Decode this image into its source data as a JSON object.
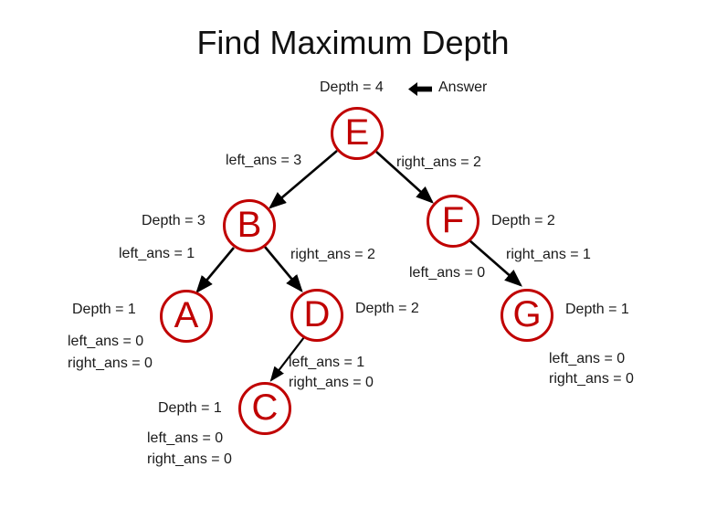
{
  "title": "Find Maximum Depth",
  "colors": {
    "node_circle": "#C00000",
    "node_letter": "#C00000",
    "edge": "#000000",
    "label_text": "#1A1A1A",
    "background": "#FFFFFF"
  },
  "icons": {
    "answer_arrow": "thick-left-arrow"
  },
  "answer": {
    "depth": "Depth = 4",
    "label": "Answer"
  },
  "nodes": {
    "e": "E",
    "b": "B",
    "f": "F",
    "a": "A",
    "d": "D",
    "g": "G",
    "c": "C"
  },
  "annotations": {
    "e": {
      "left_ans": "left_ans = 3",
      "right_ans": "right_ans = 2"
    },
    "b": {
      "depth": "Depth = 3",
      "left_ans": "left_ans = 1",
      "right_ans": "right_ans = 2"
    },
    "f": {
      "depth": "Depth = 2",
      "left_ans": "left_ans = 0",
      "right_ans": "right_ans = 1"
    },
    "a": {
      "depth": "Depth = 1",
      "left_ans": "left_ans = 0",
      "right_ans": "right_ans = 0"
    },
    "d": {
      "depth": "Depth = 2",
      "left_ans": "left_ans = 1",
      "right_ans": "right_ans = 0"
    },
    "g": {
      "depth": "Depth = 1",
      "left_ans": "left_ans = 0",
      "right_ans": "right_ans = 0"
    },
    "c": {
      "depth": "Depth = 1",
      "left_ans": "left_ans = 0",
      "right_ans": "right_ans = 0"
    }
  }
}
